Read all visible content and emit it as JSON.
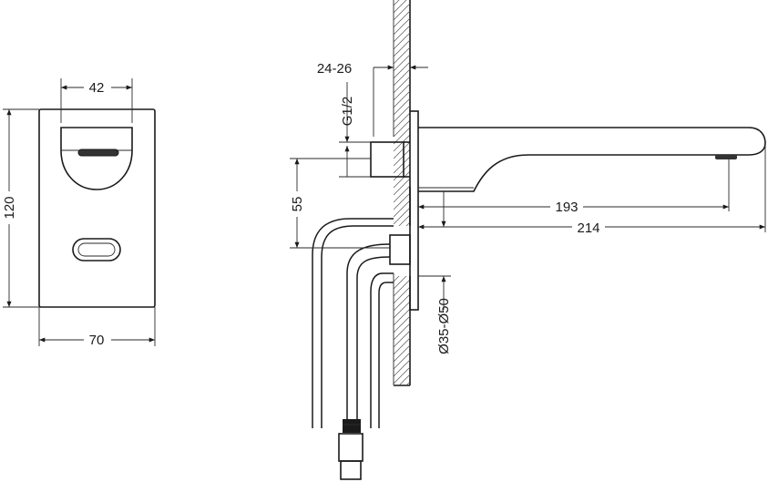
{
  "dimensions": {
    "front_top_width": "42",
    "front_height": "120",
    "front_width": "70",
    "wall_thickness": "24-26",
    "thread": "G1/2",
    "offset_height": "55",
    "spout_reach_outlet": "193",
    "spout_reach_total": "214",
    "cover_diameter": "Ø35-Ø50"
  }
}
